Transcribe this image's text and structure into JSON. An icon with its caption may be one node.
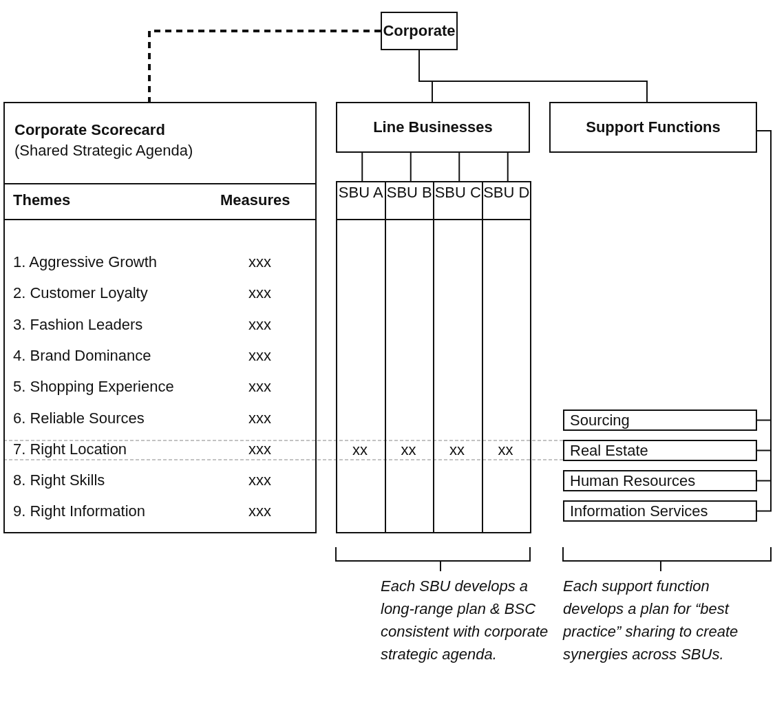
{
  "diagram": {
    "nodes": [
      {
        "text": [
          "Corporate"
        ]
      },
      {
        "text": [
          "Corporate Scorecard",
          "(Shared Strategic Agenda)"
        ]
      },
      {
        "text": [
          "Line Businesses"
        ]
      },
      {
        "text": [
          "Support Functions"
        ]
      },
      {
        "text": [
          "SBU A"
        ]
      },
      {
        "text": [
          "SBU B"
        ]
      },
      {
        "text": [
          "SBU C"
        ]
      },
      {
        "text": [
          "SBU D"
        ]
      },
      {
        "text": [
          "Sourcing"
        ]
      },
      {
        "text": [
          "Real Estate"
        ]
      },
      {
        "text": [
          "Human Resources"
        ]
      },
      {
        "text": [
          "Information Services"
        ]
      }
    ],
    "edges": [
      {
        "from": 0,
        "to": 1,
        "arrow": "none",
        "style": "dashed"
      },
      {
        "from": 0,
        "to": 2,
        "arrow": "none"
      },
      {
        "from": 0,
        "to": 3,
        "arrow": "none"
      },
      {
        "from": 2,
        "to": 4,
        "arrow": "none"
      },
      {
        "from": 2,
        "to": 5,
        "arrow": "none"
      },
      {
        "from": 2,
        "to": 6,
        "arrow": "none"
      },
      {
        "from": 2,
        "to": 7,
        "arrow": "none"
      },
      {
        "from": 3,
        "to": 8,
        "arrow": "none"
      },
      {
        "from": 3,
        "to": 9,
        "arrow": "none"
      },
      {
        "from": 3,
        "to": 10,
        "arrow": "none"
      },
      {
        "from": 3,
        "to": 11,
        "arrow": "none"
      }
    ],
    "labels": [
      "Themes",
      "Measures",
      "1. Aggressive Growth",
      "xxx",
      "2. Customer Loyalty",
      "xxx",
      "3. Fashion Leaders",
      "xxx",
      "4. Brand Dominance",
      "xxx",
      "5. Shopping Experience",
      "xxx",
      "6. Reliable Sources",
      "xxx",
      "7. Right Location",
      "xxx",
      "8. Right Skills",
      "xxx",
      "9. Right Information",
      "xxx",
      "xx",
      "xx",
      "xx",
      "xx",
      "Each SBU develops a long-range plan & BSC consistent with corporate strategic agenda.",
      "Each support function develops a plan for “best practice” sharing to create synergies across SBUs."
    ]
  }
}
